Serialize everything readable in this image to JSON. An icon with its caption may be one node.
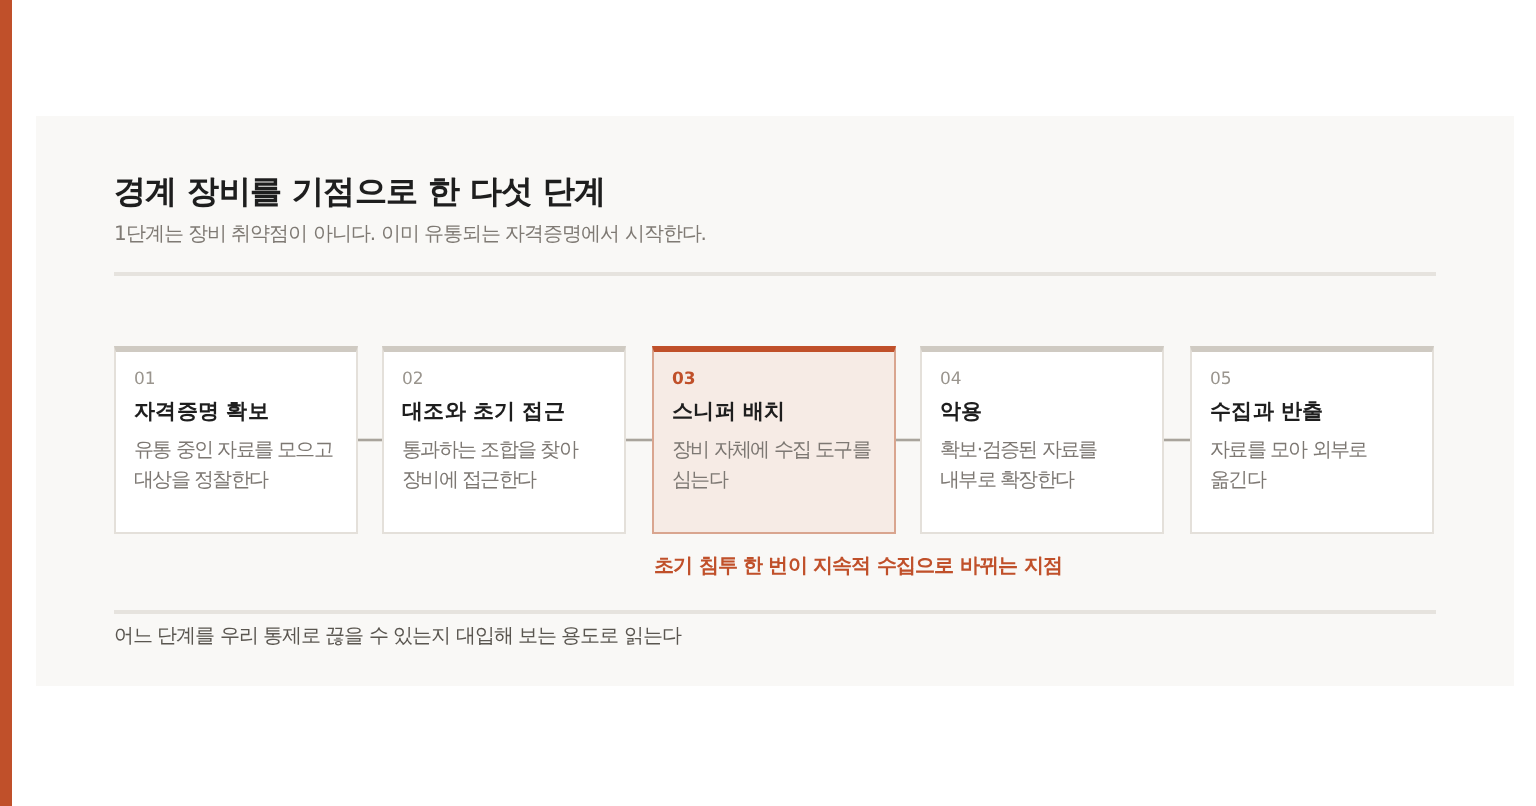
{
  "diagram": {
    "title": "경계 장비를 기점으로 한 다섯 단계",
    "nodes": [
      {
        "text": [
          "01",
          "자격증명 확보",
          "유통 중인 자료를 모으고 대상을 정찰한다"
        ]
      },
      {
        "text": [
          "02",
          "대조와 초기 접근",
          "통과하는 조합을 찾아 장비에 접근한다"
        ]
      },
      {
        "text": [
          "03",
          "스니퍼 배치",
          "장비 자체에 수집 도구를 심는다"
        ],
        "beside": [
          "초기 침투 한 번이 지속적 수집으로 바뀌는 지점"
        ]
      },
      {
        "text": [
          "04",
          "악용",
          "확보·검증된 자료를 내부로 확장한다"
        ]
      },
      {
        "text": [
          "05",
          "수집과 반출",
          "자료를 모아 외부로 옮긴다"
        ]
      }
    ],
    "edges": [
      {
        "from": 0,
        "to": 1,
        "arrow": "none"
      },
      {
        "from": 1,
        "to": 2,
        "arrow": "none"
      },
      {
        "from": 2,
        "to": 3,
        "arrow": "none"
      },
      {
        "from": 3,
        "to": 4,
        "arrow": "none"
      }
    ],
    "labels": [
      "1단계는 장비 취약점이 아니다. 이미 유통되는 자격증명에서 시작한다.",
      "어느 단계를 우리 통제로 끊을 수 있는지 대입해 보는 용도로 읽는다"
    ]
  }
}
